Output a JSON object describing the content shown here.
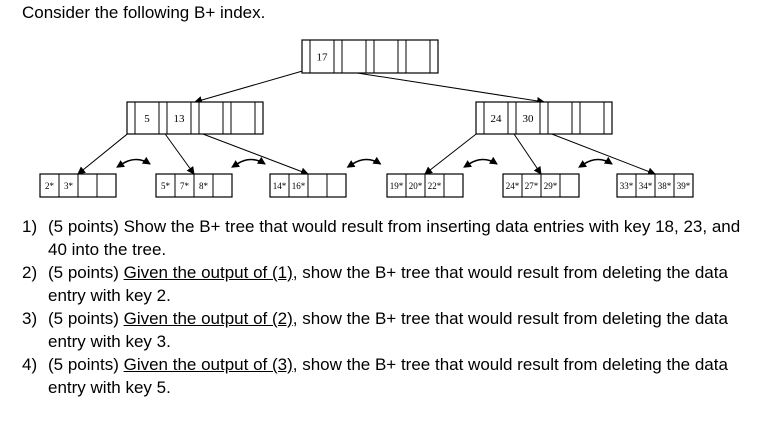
{
  "heading": "Consider the following B+ index.",
  "tree": {
    "root": {
      "keys": [
        "17"
      ]
    },
    "internal": [
      {
        "keys": [
          "5",
          "13"
        ]
      },
      {
        "keys": [
          "24",
          "30"
        ]
      }
    ],
    "leaves": [
      {
        "entries": [
          "2*",
          "3*"
        ]
      },
      {
        "entries": [
          "5*",
          "7*",
          "8*"
        ]
      },
      {
        "entries": [
          "14*",
          "16*"
        ]
      },
      {
        "entries": [
          "19*",
          "20*",
          "22*"
        ]
      },
      {
        "entries": [
          "24*",
          "27*",
          "29*"
        ]
      },
      {
        "entries": [
          "33*",
          "34*",
          "38*",
          "39*"
        ]
      }
    ]
  },
  "questions": [
    {
      "num": "1)",
      "pre": "(5 points) Show the B+ tree that would result from inserting data entries with key 18, 23, and 40 into the tree.",
      "link": "",
      "post": ""
    },
    {
      "num": "2)",
      "pre": "(5 points) ",
      "link": "Given the output of (1)",
      "post": ", show the B+ tree that would result from deleting the data entry with key 2."
    },
    {
      "num": "3)",
      "pre": "(5 points) ",
      "link": "Given the output of (2)",
      "post": ", show the B+ tree that would result from deleting the data entry with key 3."
    },
    {
      "num": "4)",
      "pre": "(5 points) ",
      "link": "Given the output of (3)",
      "post": ", show the B+ tree that would result from deleting the data entry with key 5."
    }
  ]
}
